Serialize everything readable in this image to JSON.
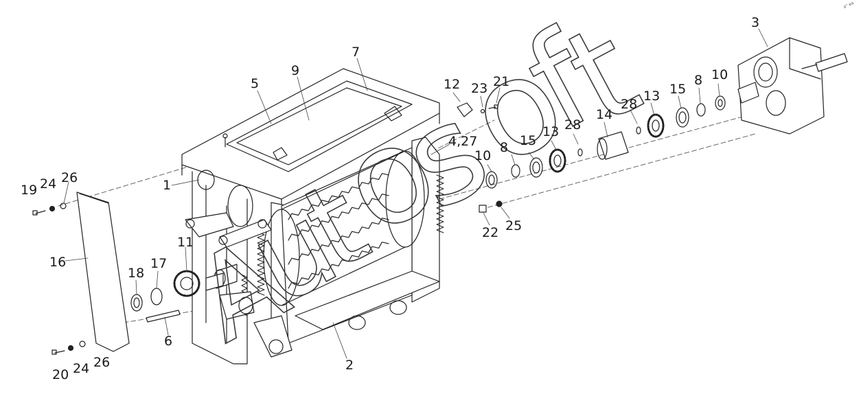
{
  "diagram": {
    "callouts": [
      {
        "id": "c3",
        "text": "3"
      },
      {
        "id": "c7",
        "text": "7"
      },
      {
        "id": "c9",
        "text": "9"
      },
      {
        "id": "c5",
        "text": "5"
      },
      {
        "id": "c12",
        "text": "12"
      },
      {
        "id": "c23",
        "text": "23"
      },
      {
        "id": "c21",
        "text": "21"
      },
      {
        "id": "c8a",
        "text": "8"
      },
      {
        "id": "c10a",
        "text": "10"
      },
      {
        "id": "c15a",
        "text": "15"
      },
      {
        "id": "c13a",
        "text": "13"
      },
      {
        "id": "c28a",
        "text": "28"
      },
      {
        "id": "c14",
        "text": "14"
      },
      {
        "id": "c28b",
        "text": "28"
      },
      {
        "id": "c13b",
        "text": "13"
      },
      {
        "id": "c15b",
        "text": "15"
      },
      {
        "id": "c8b",
        "text": "8"
      },
      {
        "id": "c10b",
        "text": "10"
      },
      {
        "id": "c427",
        "text": "4,27"
      },
      {
        "id": "c1",
        "text": "1"
      },
      {
        "id": "c19",
        "text": "19"
      },
      {
        "id": "c24a",
        "text": "24"
      },
      {
        "id": "c26a",
        "text": "26"
      },
      {
        "id": "c16",
        "text": "16"
      },
      {
        "id": "c11",
        "text": "11"
      },
      {
        "id": "c17",
        "text": "17"
      },
      {
        "id": "c18",
        "text": "18"
      },
      {
        "id": "c6",
        "text": "6"
      },
      {
        "id": "c2",
        "text": "2"
      },
      {
        "id": "c22",
        "text": "22"
      },
      {
        "id": "c25",
        "text": "25"
      },
      {
        "id": "c20",
        "text": "20"
      },
      {
        "id": "c24b",
        "text": "24"
      },
      {
        "id": "c26b",
        "text": "26"
      }
    ],
    "watermark": "Autosoft",
    "corner_mark": "a° ea"
  }
}
